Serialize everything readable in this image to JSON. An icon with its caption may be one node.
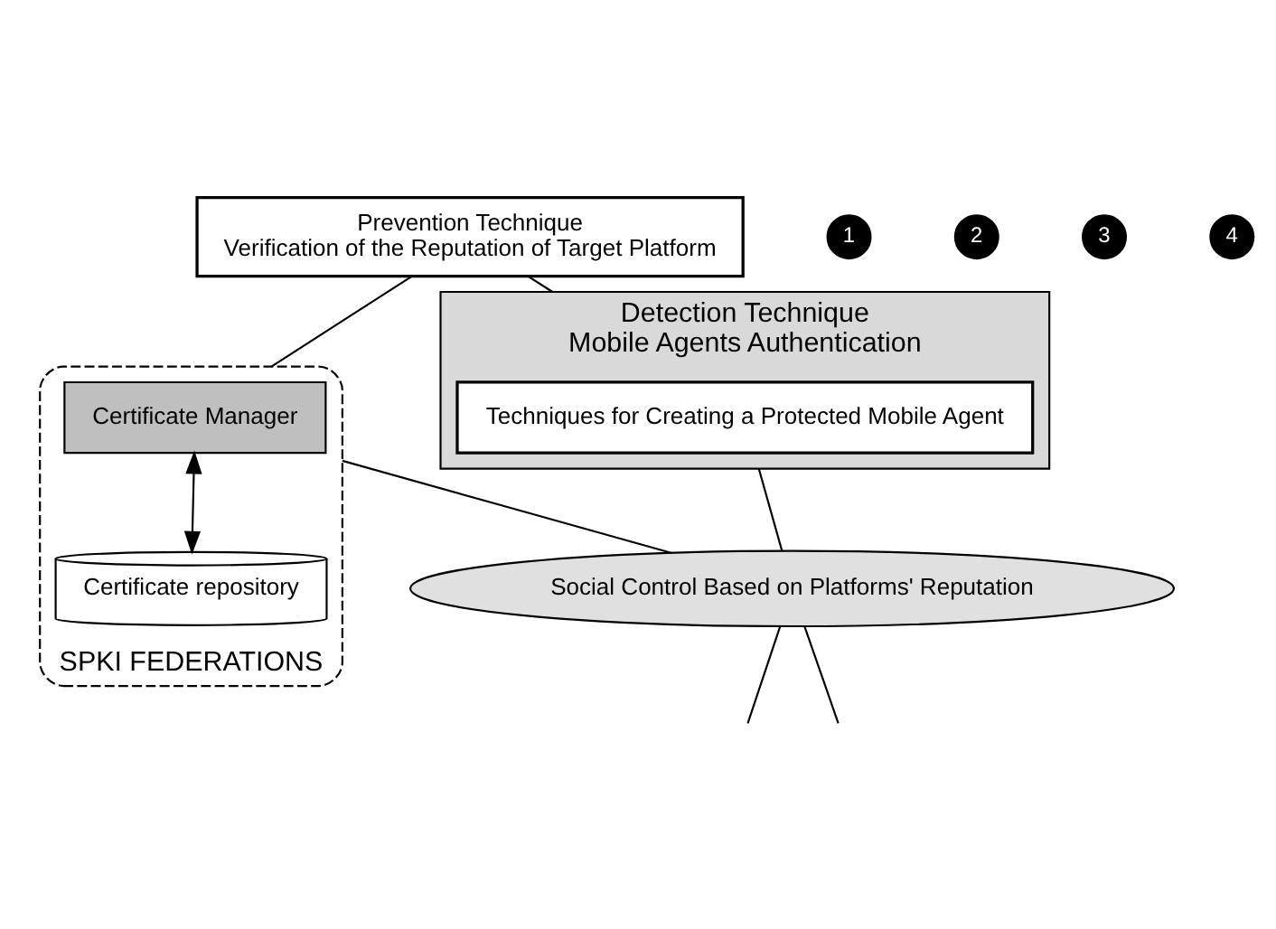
{
  "diagram": {
    "nodes": [
      {
        "text": [
          "Prevention Technique",
          "Verification of the Reputation of Target Platform"
        ]
      },
      {
        "text": [
          "Detection Technique",
          "Mobile Agents Authentication"
        ]
      },
      {
        "text": [
          "Techniques for Creating a Protected Mobile Agent"
        ],
        "in": 1
      },
      {
        "text": [
          "SPKI FEDERATIONS"
        ]
      },
      {
        "text": [
          "Certificate Manager"
        ],
        "in": 3
      },
      {
        "text": [
          "Certificate repository"
        ],
        "in": 3
      },
      {
        "text": [
          "Social Control Based on Platforms' Reputation"
        ]
      }
    ],
    "edges": [
      {
        "from": 0,
        "to": 1,
        "arrow": "none"
      },
      {
        "from": 0,
        "to": 3,
        "arrow": "none"
      },
      {
        "from": 4,
        "to": 5,
        "arrow": "both"
      },
      {
        "from": 1,
        "to": 6,
        "arrow": "none"
      },
      {
        "from": 3,
        "to": 6,
        "arrow": "none"
      },
      {
        "from": 6,
        "to": null,
        "arrow": "none"
      },
      {
        "from": 6,
        "to": null,
        "arrow": "none"
      }
    ],
    "labels": [
      "1",
      "2",
      "3",
      "4"
    ]
  }
}
